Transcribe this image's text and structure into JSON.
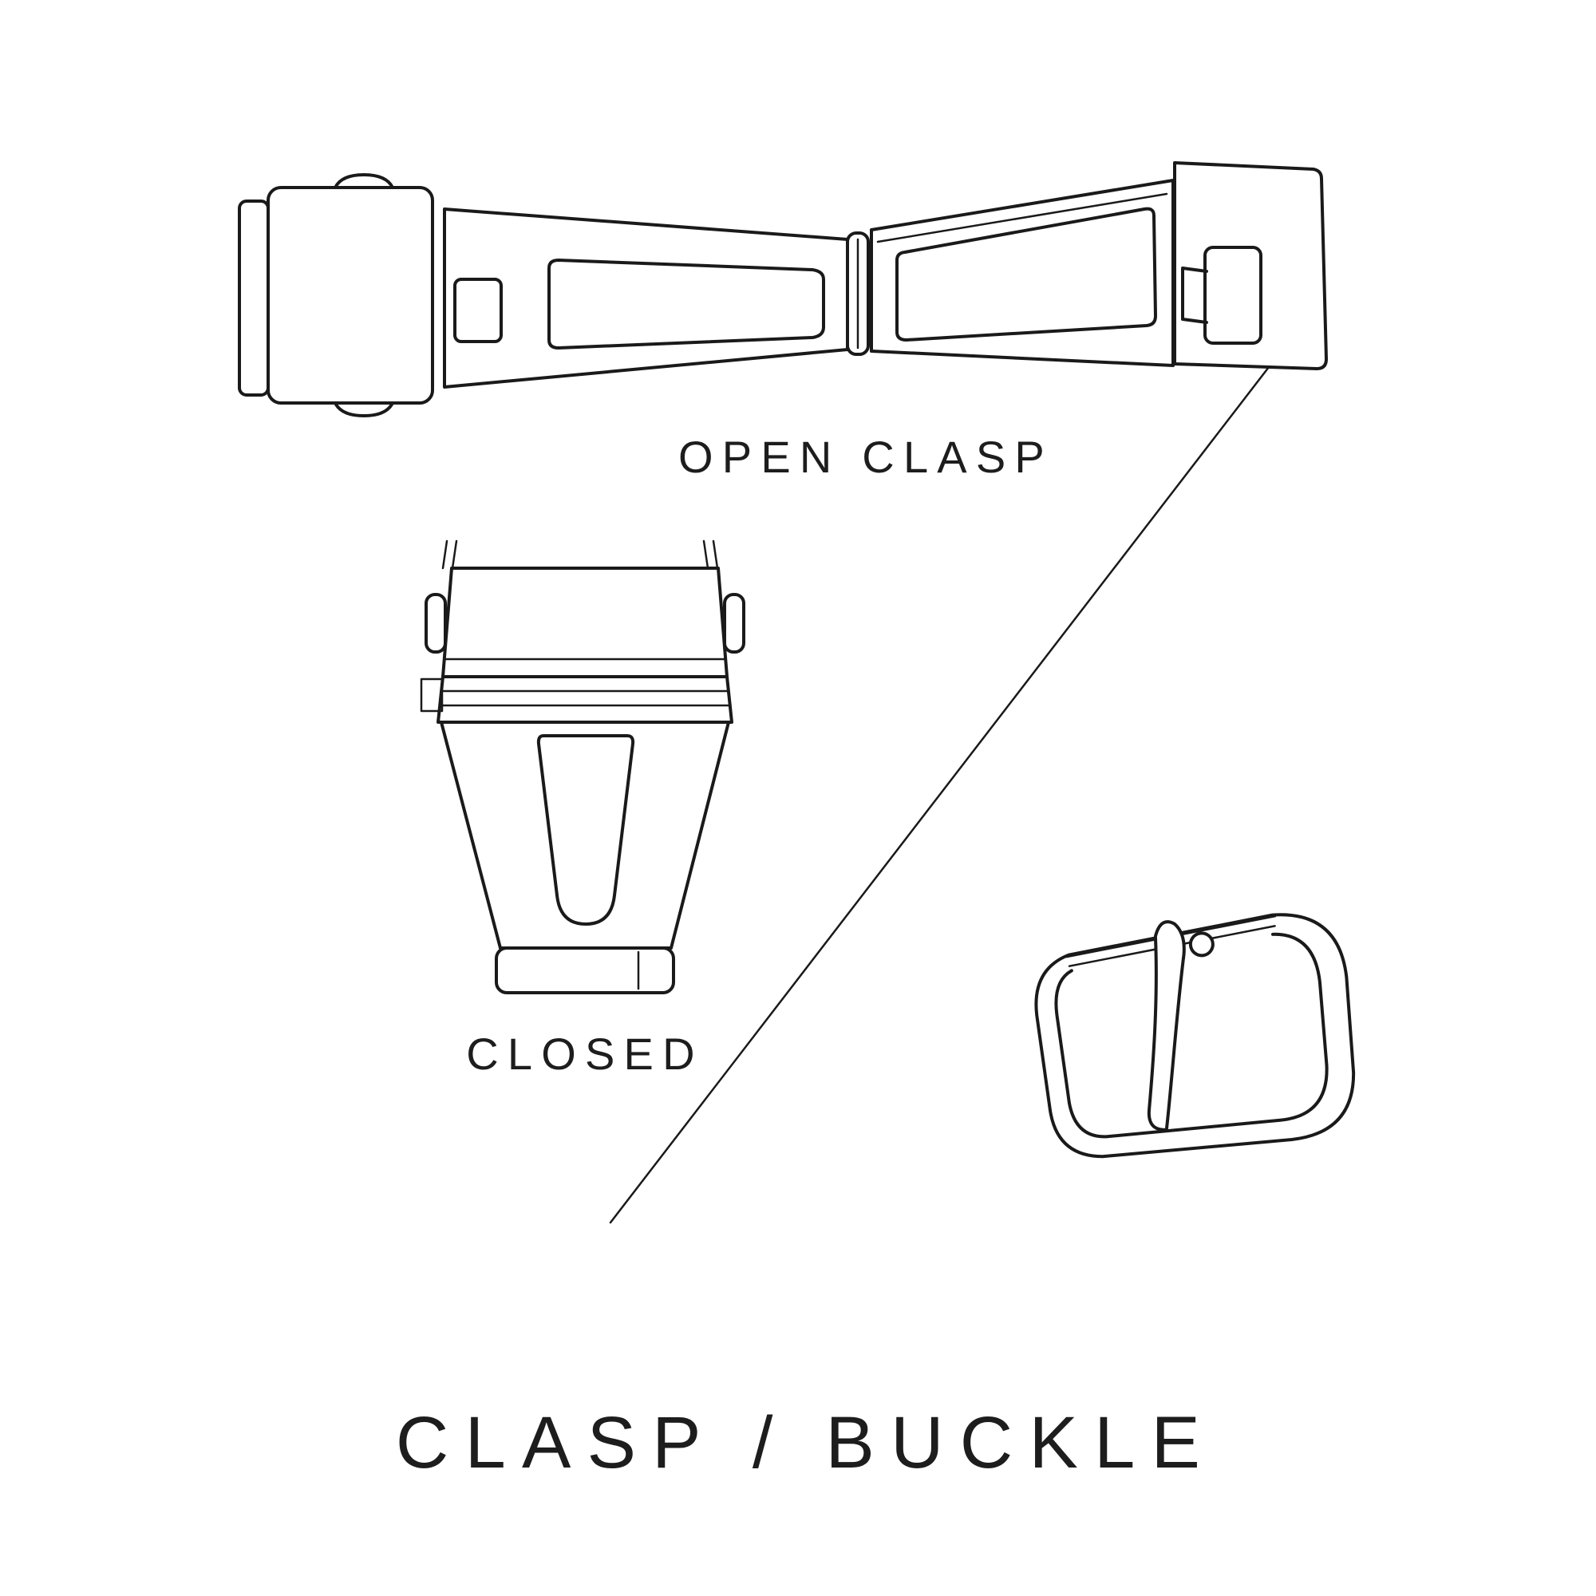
{
  "page": {
    "title": "CLASP / BUCKLE"
  },
  "labels": {
    "open_clasp": "OPEN CLASP",
    "closed": "CLOSED",
    "title": "CLASP / BUCKLE"
  },
  "colors": {
    "line": "#1a1a1a",
    "text": "#1d1d1d",
    "background": "#ffffff"
  },
  "illustrations": [
    {
      "name": "open-clasp-illustration",
      "caption": "OPEN CLASP"
    },
    {
      "name": "closed-clasp-illustration",
      "caption": "CLOSED"
    },
    {
      "name": "pin-buckle-illustration",
      "caption": ""
    }
  ]
}
